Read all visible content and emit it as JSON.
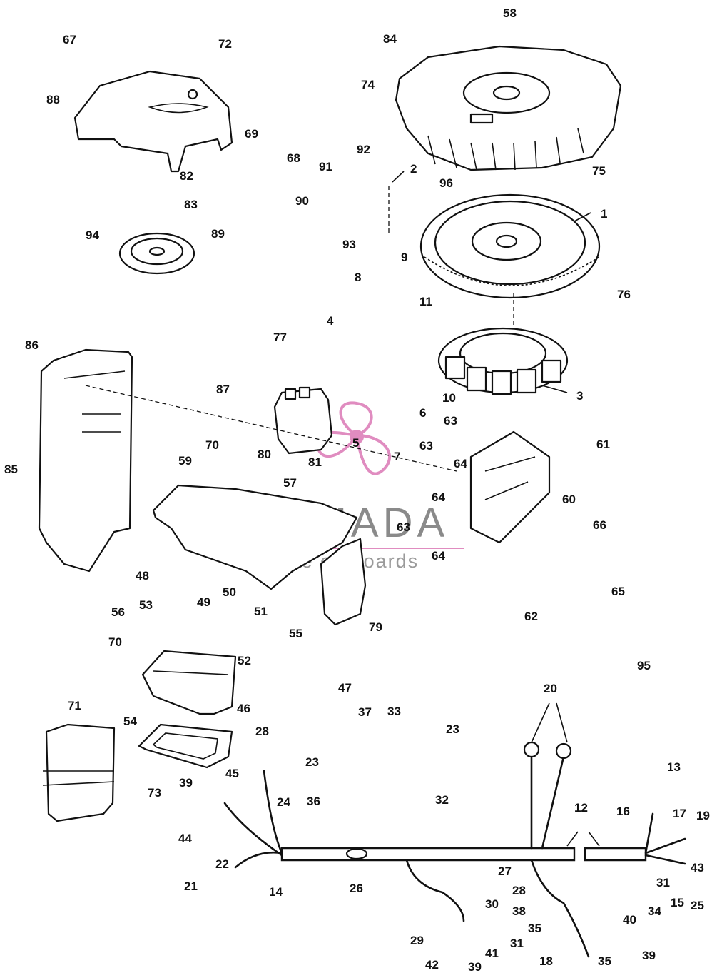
{
  "watermark": {
    "name": "ARMADA",
    "subtitle": "marine outboards",
    "logo_color": "#e08cc0",
    "text_color": "#8a8a8a"
  },
  "labels": [
    "1",
    "2",
    "3",
    "4",
    "5",
    "6",
    "7",
    "8",
    "9",
    "10",
    "11",
    "12",
    "13",
    "14",
    "15",
    "16",
    "17",
    "18",
    "19",
    "20",
    "21",
    "22",
    "23",
    "23",
    "24",
    "25",
    "26",
    "27",
    "28",
    "28",
    "29",
    "30",
    "31",
    "31",
    "32",
    "33",
    "34",
    "35",
    "35",
    "36",
    "37",
    "38",
    "39",
    "39",
    "39",
    "39",
    "40",
    "41",
    "42",
    "43",
    "44",
    "45",
    "46",
    "47",
    "48",
    "49",
    "50",
    "51",
    "52",
    "53",
    "54",
    "55",
    "56",
    "57",
    "58",
    "59",
    "60",
    "61",
    "62",
    "63",
    "63",
    "63",
    "64",
    "64",
    "64",
    "65",
    "66",
    "67",
    "68",
    "69",
    "70",
    "70",
    "71",
    "72",
    "73",
    "74",
    "75",
    "76",
    "77",
    "79",
    "80",
    "81",
    "82",
    "83",
    "84",
    "85",
    "86",
    "87",
    "88",
    "89",
    "90",
    "91",
    "92",
    "93",
    "94",
    "95",
    "96"
  ]
}
